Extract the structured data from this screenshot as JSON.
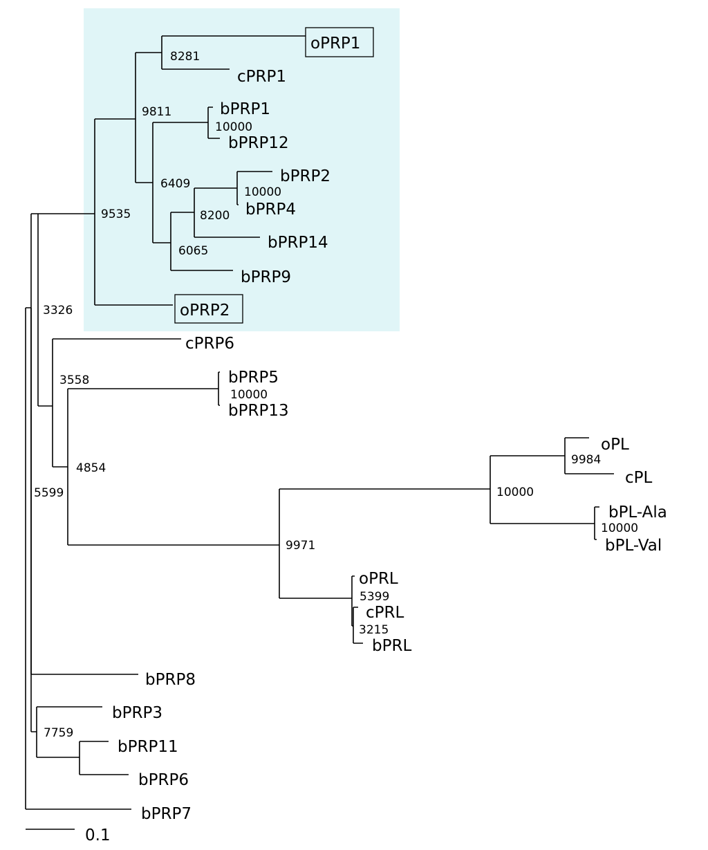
{
  "tree": {
    "highlight_color": "#e0f5f7",
    "leaves": [
      {
        "id": "oPRP1",
        "label": "oPRP1",
        "boxed": true
      },
      {
        "id": "cPRP1",
        "label": "cPRP1"
      },
      {
        "id": "bPRP1",
        "label": "bPRP1"
      },
      {
        "id": "bPRP12",
        "label": "bPRP12"
      },
      {
        "id": "bPRP2",
        "label": "bPRP2"
      },
      {
        "id": "bPRP4",
        "label": "bPRP4"
      },
      {
        "id": "bPRP14",
        "label": "bPRP14"
      },
      {
        "id": "bPRP9",
        "label": "bPRP9"
      },
      {
        "id": "oPRP2",
        "label": "oPRP2",
        "boxed": true
      },
      {
        "id": "cPRP6",
        "label": "cPRP6"
      },
      {
        "id": "bPRP5",
        "label": "bPRP5"
      },
      {
        "id": "bPRP13",
        "label": "bPRP13"
      },
      {
        "id": "oPL",
        "label": "oPL"
      },
      {
        "id": "cPL",
        "label": "cPL"
      },
      {
        "id": "bPLAla",
        "label": "bPL-Ala"
      },
      {
        "id": "bPLVal",
        "label": "bPL-Val"
      },
      {
        "id": "oPRL",
        "label": "oPRL"
      },
      {
        "id": "cPRL",
        "label": "cPRL"
      },
      {
        "id": "bPRL",
        "label": "bPRL"
      },
      {
        "id": "bPRP8",
        "label": "bPRP8"
      },
      {
        "id": "bPRP3",
        "label": "bPRP3"
      },
      {
        "id": "bPRP11",
        "label": "bPRP11"
      },
      {
        "id": "bPRP6",
        "label": "bPRP6"
      },
      {
        "id": "bPRP7",
        "label": "bPRP7"
      }
    ],
    "bootstrap": [
      "8281",
      "9811",
      "10000",
      "6409",
      "10000",
      "8200",
      "6065",
      "9535",
      "3326",
      "3558",
      "10000",
      "4854",
      "9984",
      "10000",
      "10000",
      "9971",
      "5399",
      "3215",
      "5599",
      "7759"
    ],
    "scale_label": "0.1"
  }
}
